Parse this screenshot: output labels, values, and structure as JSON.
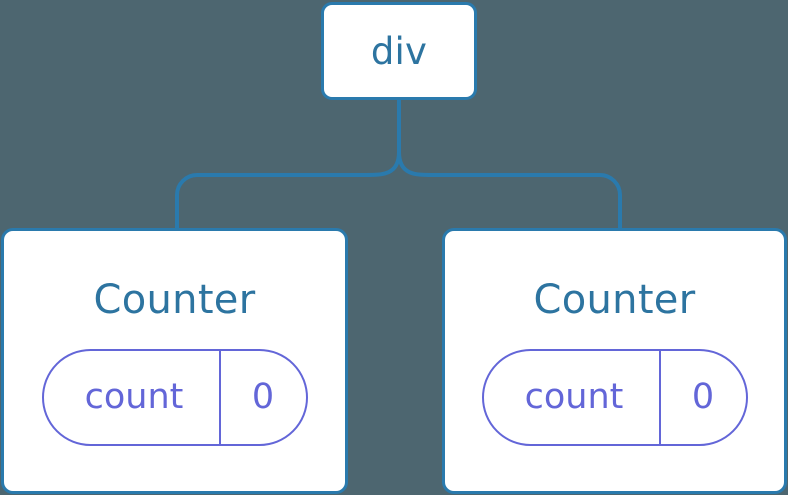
{
  "diagram": {
    "type": "component-tree",
    "background_color": "#4d6670",
    "node_border_color": "#2a7aad",
    "node_text_color": "#2d74a0",
    "state_color": "#6366d8",
    "connector_color": "#2a7aad",
    "root": {
      "label": "div"
    },
    "children": [
      {
        "title": "Counter",
        "state": {
          "key": "count",
          "value": "0"
        }
      },
      {
        "title": "Counter",
        "state": {
          "key": "count",
          "value": "0"
        }
      }
    ]
  }
}
